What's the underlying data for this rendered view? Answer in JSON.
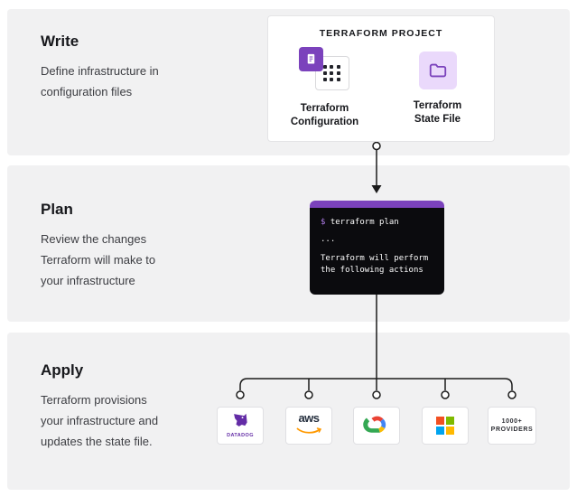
{
  "sections": {
    "write": {
      "title": "Write",
      "description": "Define infrastructure in\nconfiguration files"
    },
    "plan": {
      "title": "Plan",
      "description": "Review the changes\nTerraform will make to\nyour infrastructure"
    },
    "apply": {
      "title": "Apply",
      "description": "Terraform provisions\nyour infrastructure and\nupdates the state file."
    }
  },
  "project": {
    "title": "TERRAFORM PROJECT",
    "configuration_label": "Terraform\nConfiguration",
    "state_file_label": "Terraform\nState File"
  },
  "terminal": {
    "prompt": "$",
    "command": "terraform plan",
    "ellipsis": "...",
    "output": "Terraform will perform\nthe following actions"
  },
  "providers": {
    "datadog_label": "DATADOG",
    "aws_label": "aws",
    "more_label": "1000+\nPROVIDERS"
  },
  "icons": [
    "document-icon",
    "dots-grid-icon",
    "folder-icon",
    "arrow-down-icon",
    "datadog-logo-icon",
    "aws-logo-icon",
    "google-cloud-logo-icon",
    "microsoft-logo-icon"
  ],
  "colors": {
    "band_background": "#f1f1f2",
    "terraform_purple": "#7b42bc",
    "state_file_background": "#ead9fb",
    "terminal_background": "#0b0b0e",
    "terminal_bar": "#7b42bc",
    "terminal_prompt": "#b07ce8",
    "connector": "#1a1a1a",
    "datadog_purple": "#632ca6",
    "aws_smile_orange": "#ff9900",
    "google_blue": "#4285f4",
    "google_red": "#ea4335",
    "google_yellow": "#fbbc05",
    "google_green": "#34a853",
    "microsoft_red": "#f25022",
    "microsoft_green": "#7fba00",
    "microsoft_blue": "#00a4ef",
    "microsoft_yellow": "#ffb900"
  }
}
